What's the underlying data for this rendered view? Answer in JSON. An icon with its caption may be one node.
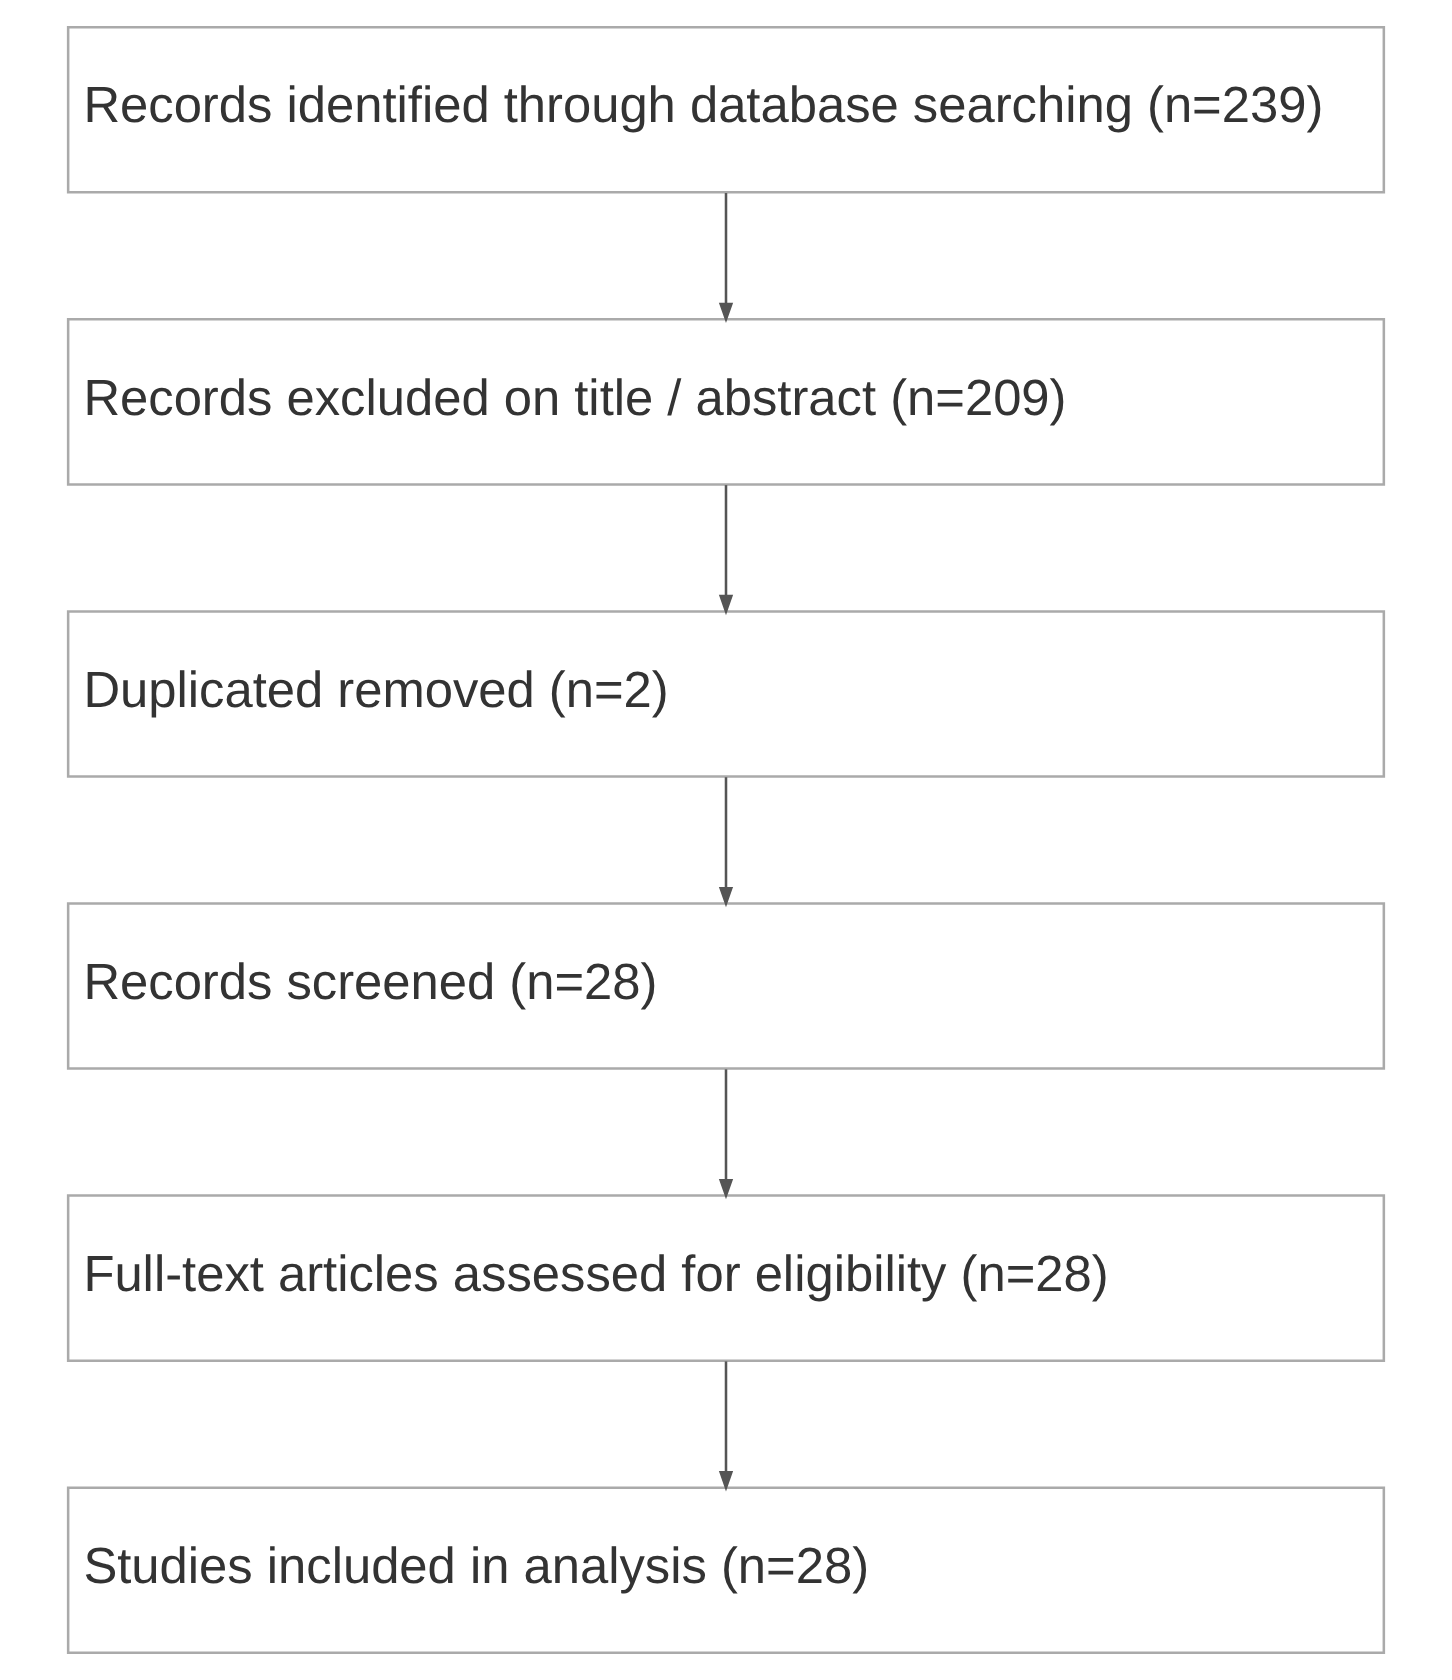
{
  "diagram": {
    "nodes": [
      {
        "text": [
          "Records identified through database searching (n=239)"
        ]
      },
      {
        "text": [
          "Records excluded on title / abstract (n=209)"
        ]
      },
      {
        "text": [
          "Duplicated removed (n=2)"
        ]
      },
      {
        "text": [
          "Records screened (n=28)"
        ]
      },
      {
        "text": [
          "Full-text articles assessed for eligibility (n=28)"
        ]
      },
      {
        "text": [
          "Studies included in analysis (n=28)"
        ]
      }
    ],
    "edges": [
      {
        "from": 0,
        "to": 1,
        "arrow": "to"
      },
      {
        "from": 1,
        "to": 2,
        "arrow": "to"
      },
      {
        "from": 2,
        "to": 3,
        "arrow": "to"
      },
      {
        "from": 3,
        "to": 4,
        "arrow": "to"
      },
      {
        "from": 4,
        "to": 5,
        "arrow": "to"
      }
    ]
  }
}
